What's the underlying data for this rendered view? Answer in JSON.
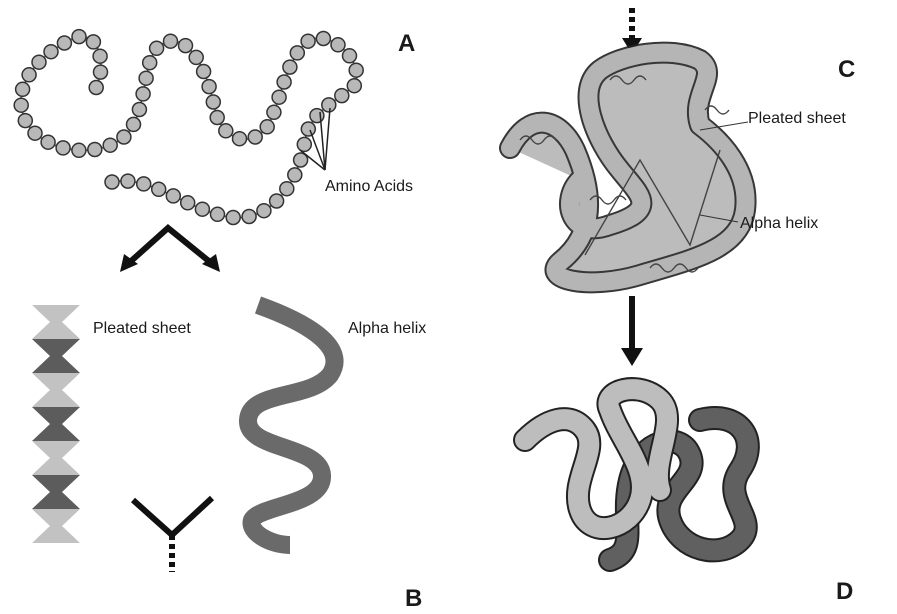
{
  "panels": {
    "a": "A",
    "b": "B",
    "c": "C",
    "d": "D"
  },
  "labels": {
    "amino_acids": "Amino Acids",
    "pleated_sheet_b": "Pleated sheet",
    "alpha_helix_b": "Alpha helix",
    "pleated_sheet_c": "Pleated sheet",
    "alpha_helix_c": "Alpha helix"
  },
  "colors": {
    "bead": "#b8b8b8",
    "outline": "#333333",
    "arrow": "#111111",
    "sheet_light": "#c2c2c2",
    "sheet_dark": "#5c5c5c",
    "helix": "#6a6a6a",
    "tertiary_fill": "#b5b5b5",
    "quaternary_dark": "#606060",
    "quaternary_light": "#bdbdbd"
  }
}
